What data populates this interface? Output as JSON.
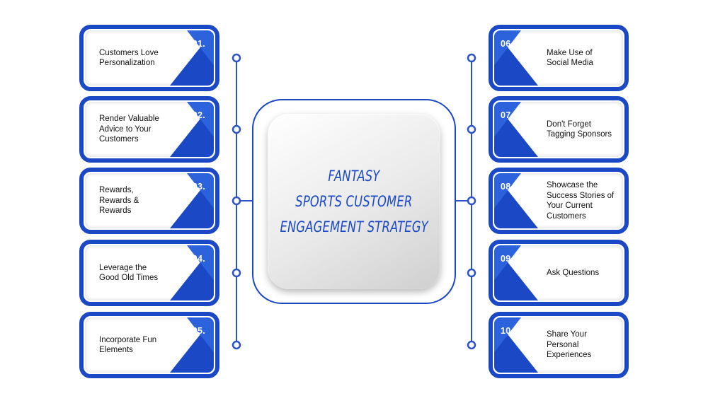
{
  "title": {
    "lines": [
      "FANTASY",
      "SPORTS CUSTOMER",
      "ENGAGEMENT STRATEGY"
    ]
  },
  "colors": {
    "brand_blue": "#1b48c5",
    "line_blue": "#2a53c9",
    "text": "#111111"
  },
  "left_items": [
    {
      "number": "01.",
      "label": "Customers Love Personalization"
    },
    {
      "number": "02.",
      "label": "Render Valuable Advice to Your Customers"
    },
    {
      "number": "03.",
      "label": "Rewards, Rewards & Rewards"
    },
    {
      "number": "04.",
      "label": "Leverage the Good Old Times"
    },
    {
      "number": "05.",
      "label": "Incorporate Fun Elements"
    }
  ],
  "right_items": [
    {
      "number": "06.",
      "label": "Make Use of Social Media"
    },
    {
      "number": "07.",
      "label": "Don't Forget Tagging Sponsors"
    },
    {
      "number": "08.",
      "label": "Showcase the Success Stories of Your Current Customers"
    },
    {
      "number": "09.",
      "label": "Ask Questions"
    },
    {
      "number": "10.",
      "label": "Share Your Personal Experiences"
    }
  ]
}
